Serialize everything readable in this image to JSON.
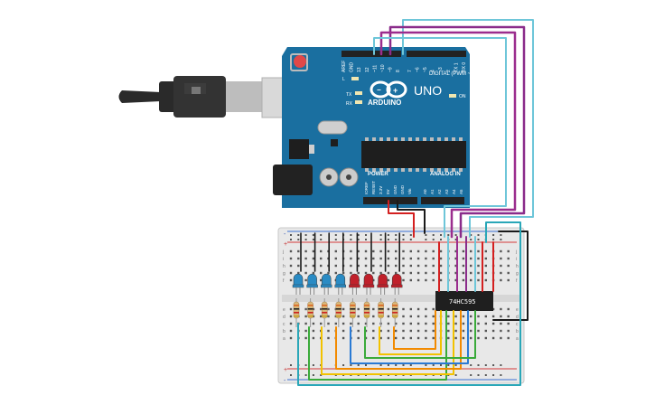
{
  "arduino": {
    "brand_text": "ARDUINO",
    "model_text": "UNO",
    "digital_label": "DIGITAL (PWM ~)",
    "analog_label": "ANALOG IN",
    "power_label": "POWER",
    "on_label": "ON",
    "tx_label": "TX",
    "rx_label": "RX",
    "l_label": "L",
    "top_pin_labels": [
      "AREF",
      "GND",
      "13",
      "12",
      "~11",
      "~10",
      "~9",
      "8",
      "7",
      "~6",
      "~5",
      "4",
      "~3",
      "2",
      "TX 1",
      "RX 0"
    ],
    "power_pin_labels": [
      "IOREF",
      "RESET",
      "3.3V",
      "5V",
      "GND",
      "GND",
      "Vin"
    ],
    "analog_pin_labels": [
      "A0",
      "A1",
      "A2",
      "A3",
      "A4",
      "A5"
    ],
    "colors": {
      "board": "#1a6fa0",
      "header": "#222222",
      "chip": "#1e1e1e"
    }
  },
  "usb_cable": {
    "color": "#2a2a2a",
    "plug_color": "#d9d9d9"
  },
  "chip": {
    "label": "74HC595",
    "color": "#1f1f1f"
  },
  "breadboard": {
    "row_letters_top": [
      "j",
      "i",
      "h",
      "g",
      "f"
    ],
    "row_letters_bottom": [
      "e",
      "d",
      "c",
      "b",
      "a"
    ],
    "rail_plus": "+",
    "rail_minus": "-",
    "colors": {
      "body": "#e8e8e8",
      "rail_red": "#d43a3a",
      "rail_blue": "#3a6fd4",
      "hole": "#555555"
    }
  },
  "leds": {
    "colors": [
      "#2a8bc4",
      "#2a8bc4",
      "#2a8bc4",
      "#2a8bc4",
      "#c0202a",
      "#c0202a",
      "#c0202a",
      "#c0202a"
    ]
  },
  "wire_colors": {
    "cyan": "#6ec6d9",
    "purple": "#8a2b8a",
    "magenta": "#9b2d8e",
    "red": "#d42020",
    "black": "#1a1a1a",
    "yellow": "#f2c200",
    "orange": "#f28a00",
    "green": "#3aaa3a",
    "blue": "#2a7ad4",
    "teal": "#2aa7b8"
  }
}
